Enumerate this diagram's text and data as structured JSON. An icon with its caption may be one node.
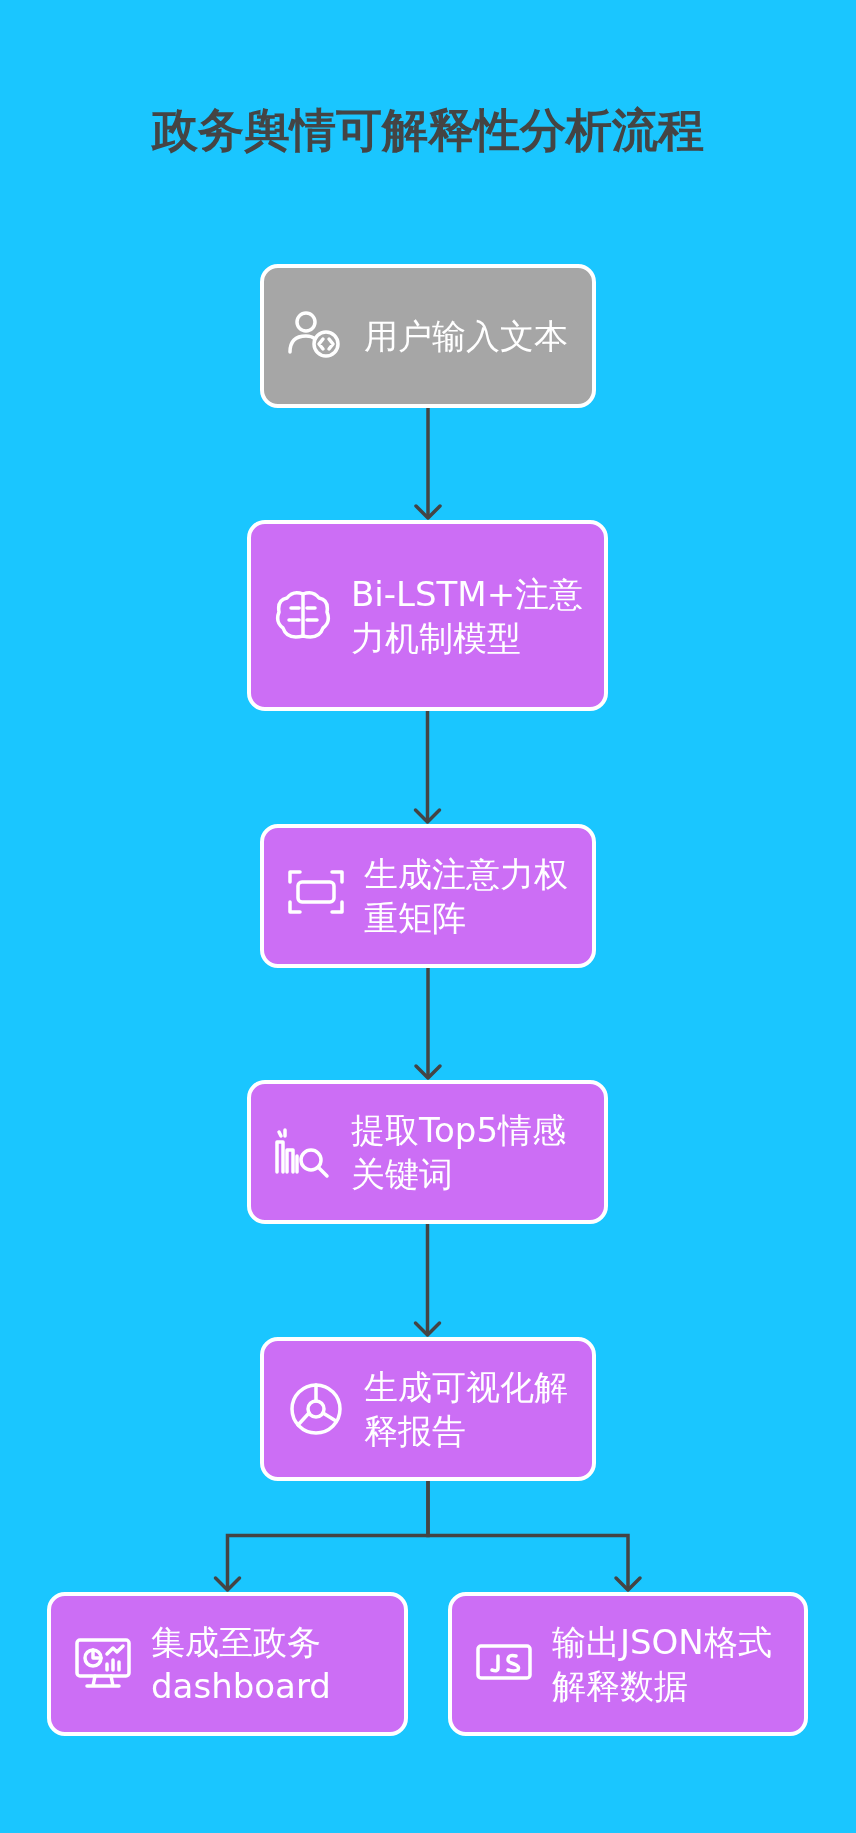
{
  "diagram": {
    "title": "政务舆情可解释性分析流程",
    "nodes": [
      {
        "text": [
          "用户输入文本"
        ]
      },
      {
        "text": [
          "Bi-LSTM+注意力机制模型"
        ]
      },
      {
        "text": [
          "生成注意力权重矩阵"
        ]
      },
      {
        "text": [
          "提取Top5情感关键词"
        ]
      },
      {
        "text": [
          "生成可视化解释报告"
        ]
      },
      {
        "text": [
          "集成至政务dashboard"
        ]
      },
      {
        "text": [
          "输出JSON格式解释数据"
        ]
      }
    ],
    "edges": [
      {
        "from": 0,
        "to": 1,
        "arrow": "to"
      },
      {
        "from": 1,
        "to": 2,
        "arrow": "to"
      },
      {
        "from": 2,
        "to": 3,
        "arrow": "to"
      },
      {
        "from": 3,
        "to": 4,
        "arrow": "to"
      },
      {
        "from": 4,
        "to": 5,
        "arrow": "to"
      },
      {
        "from": 4,
        "to": 6,
        "arrow": "to"
      }
    ]
  }
}
